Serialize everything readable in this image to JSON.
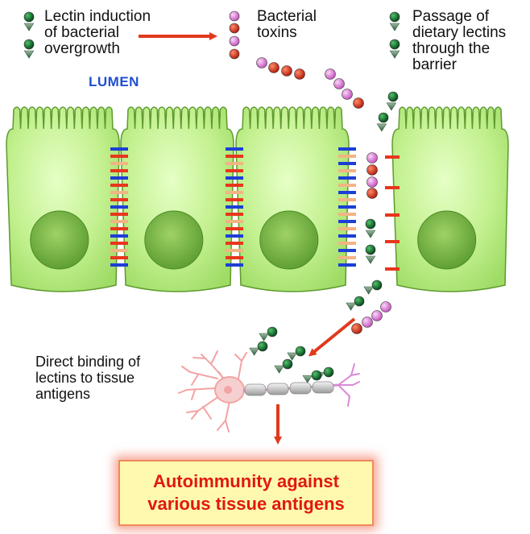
{
  "labels": {
    "lectin_induction": "Lectin induction\nof bacterial\novergrowth",
    "bacterial_toxins": "Bacterial\ntoxins",
    "passage": "Passage of\ndietary lectins\nthrough the\nbarrier",
    "lumen": "LUMEN",
    "direct_binding": "Direct binding of\nlectins to tissue\nantigens"
  },
  "outcome": {
    "line1": "Autoimmunity against",
    "line2": "various tissue antigens"
  },
  "colors": {
    "cell_fill": "#c2f08e",
    "cell_stroke": "#5e9a2e",
    "nucleus": "#7fbe49",
    "junction_blue": "#1c3fd6",
    "junction_red": "#e8361d",
    "junction_tan": "#f2b483",
    "arrow_red": "#e2391d",
    "lectin_green": "#0d6a2b",
    "toxin_pink": "#e58ee0",
    "toxin_red": "#d9321e",
    "neuron_pink": "#f3a3a3",
    "neuron_magenta": "#d98ad6",
    "outcome_text": "#e0190f",
    "outcome_fill": "#fff9b0"
  }
}
